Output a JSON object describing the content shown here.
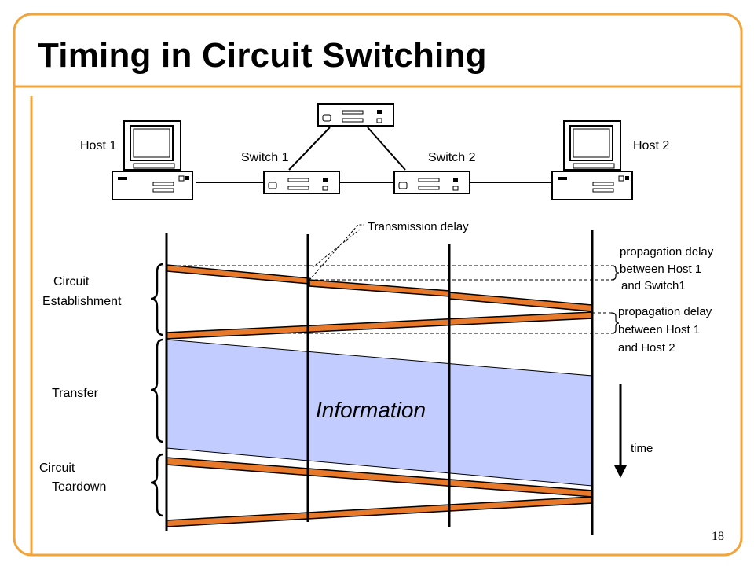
{
  "slide": {
    "title": "Timing in Circuit Switching",
    "page_number": "18",
    "accent_color": "#F2A33A",
    "signal_color": "#E8782A",
    "information_fill": "#C3CCFF"
  },
  "network": {
    "host1_label": "Host 1",
    "host2_label": "Host 2",
    "switch1_label": "Switch 1",
    "switch2_label": "Switch 2"
  },
  "timeline": {
    "transmission_delay_label": "Transmission delay",
    "propagation_delay_1": [
      "propagation delay",
      "between Host 1",
      "and Switch1"
    ],
    "propagation_delay_2": [
      "propagation delay",
      "between Host 1",
      "and Host 2"
    ],
    "time_label": "time",
    "information_label": "Information"
  },
  "phases": {
    "establishment": [
      "Circuit",
      "Establishment"
    ],
    "transfer": "Transfer",
    "teardown": [
      "Circuit",
      "Teardown"
    ]
  }
}
